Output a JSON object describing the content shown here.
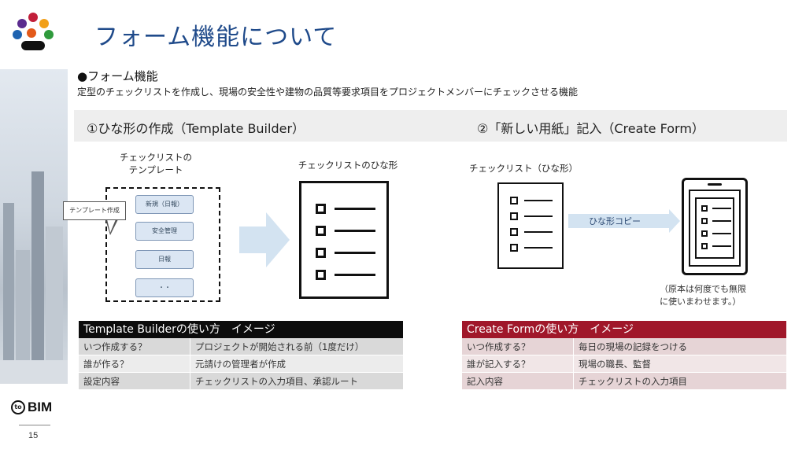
{
  "title": "フォーム機能について",
  "section": {
    "heading": "●フォーム機能",
    "description": "定型のチェックリストを作成し、現場の安全性や建物の品質等要求項目をプロジェクトメンバーにチェックさせる機能"
  },
  "band": {
    "left_label": "①ひな形の作成（Template Builder）",
    "right_label": "②「新しい用紙」記入（Create Form）"
  },
  "diagram": {
    "template_label_line1": "チェックリストの",
    "template_label_line2": "テンプレート",
    "callout": "テンプレート作成",
    "template_items": [
      "新規（日報）",
      "安全管理",
      "日報",
      "・・"
    ],
    "blank_label": "チェックリストのひな形",
    "right_doc_label": "チェックリスト（ひな形）",
    "copy_label": "ひな形コピー",
    "note_line1": "（原本は何度でも無限",
    "note_line2": "に使いまわせます。）"
  },
  "table_left": {
    "header": "Template Builderの使い方　イメージ",
    "rows": [
      {
        "k": "いつ作成する？",
        "v": "プロジェクトが開始される前（1度だけ）"
      },
      {
        "k": "誰が作る？",
        "v": "元請けの管理者が作成"
      },
      {
        "k": "設定内容",
        "v": "チェックリストの入力項目、承認ルート"
      }
    ]
  },
  "table_right": {
    "header": "Create Formの使い方　イメージ",
    "rows": [
      {
        "k": "いつ作成する？",
        "v": "毎日の現場の記録をつける"
      },
      {
        "k": "誰が記入する？",
        "v": "現場の職長、監督"
      },
      {
        "k": "記入内容",
        "v": "チェックリストの入力項目"
      }
    ]
  },
  "footer": {
    "brand": "BIM",
    "brand_mark": "to",
    "page_number": "15"
  },
  "colors": {
    "title": "#1f4a8a",
    "left_header": "#0c0c0c",
    "right_header": "#a0172a",
    "arrow": "#d3e3f1"
  },
  "icons": [
    "logo-dots-icon",
    "arrow-right-icon",
    "checklist-document-icon",
    "tablet-icon"
  ]
}
